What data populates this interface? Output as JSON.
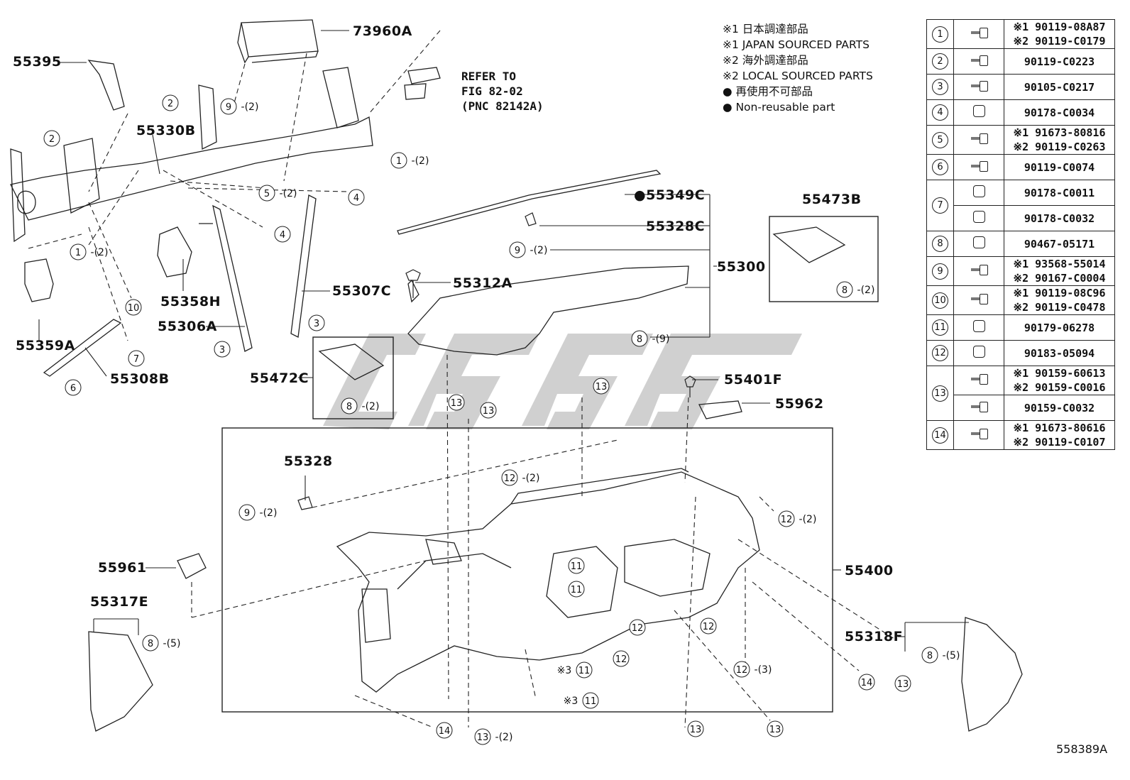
{
  "labels": {
    "p73960A": "73960A",
    "p55395": "55395",
    "p55330B": "55330B",
    "p55358H": "55358H",
    "p55306A": "55306A",
    "p55359A": "55359A",
    "p55308B": "55308B",
    "p55307C": "55307C",
    "p55312A": "55312A",
    "p55349C": "55349C",
    "p55328C": "55328C",
    "p55300": "55300",
    "p55473B": "55473B",
    "p55472C": "55472C",
    "p55401F": "55401F",
    "p55962": "55962",
    "p55328": "55328",
    "p55400": "55400",
    "p55961": "55961",
    "p55317E": "55317E",
    "p55318F": "55318F",
    "ill_code": "558389A"
  },
  "refer": {
    "line1": "REFER TO",
    "line2": "FIG 82-02",
    "line3": "(PNC 82142A)"
  },
  "notes": {
    "n1": "※1 日本調達部品",
    "n2": "※1 JAPAN SOURCED PARTS",
    "n3": "※2 海外調達部品",
    "n4": "※2 LOCAL SOURCED PARTS",
    "n5": "● 再使用不可部品",
    "n6": "● Non-reusable part"
  },
  "parts_table": [
    {
      "key": "1",
      "lines": [
        "※1 90119-08A87",
        "※2 90119-C0179"
      ],
      "icon": "bolt-icon"
    },
    {
      "key": "2",
      "lines": [
        "90119-C0223"
      ],
      "icon": "bolt-icon"
    },
    {
      "key": "3",
      "lines": [
        "90105-C0217"
      ],
      "icon": "bolt-icon"
    },
    {
      "key": "4",
      "lines": [
        "90178-C0034"
      ],
      "icon": "nut-icon"
    },
    {
      "key": "5",
      "lines": [
        "※1 91673-80816",
        "※2 90119-C0263"
      ],
      "icon": "bolt-icon"
    },
    {
      "key": "6",
      "lines": [
        "90119-C0074"
      ],
      "icon": "bolt-icon"
    },
    {
      "key": "7",
      "lines": [
        "90178-C0011"
      ],
      "icon": "nut-icon"
    },
    {
      "key": "",
      "lines": [
        "90178-C0032"
      ],
      "icon": "nut-icon"
    },
    {
      "key": "8",
      "lines": [
        "90467-05171"
      ],
      "icon": "clip-icon"
    },
    {
      "key": "9",
      "lines": [
        "※1 93568-55014",
        "※2 90167-C0004"
      ],
      "icon": "bolt-icon"
    },
    {
      "key": "10",
      "lines": [
        "※1 90119-08C96",
        "※2 90119-C0478"
      ],
      "icon": "bolt-icon"
    },
    {
      "key": "11",
      "lines": [
        "90179-06278"
      ],
      "icon": "nut-icon"
    },
    {
      "key": "12",
      "lines": [
        "90183-05094"
      ],
      "icon": "nut-icon"
    },
    {
      "key": "13",
      "lines": [
        "※1 90159-60613",
        "※2 90159-C0016"
      ],
      "icon": "bolt-icon"
    },
    {
      "key": "",
      "lines": [
        "90159-C0032"
      ],
      "icon": "bolt-icon"
    },
    {
      "key": "14",
      "lines": [
        "※1 91673-80616",
        "※2 90119-C0107"
      ],
      "icon": "bolt-icon"
    }
  ],
  "callouts": [
    {
      "n": "1",
      "q": "-(2)"
    },
    {
      "n": "1",
      "q": "-(2)"
    },
    {
      "n": "2",
      "q": ""
    },
    {
      "n": "2",
      "q": ""
    },
    {
      "n": "3",
      "q": ""
    },
    {
      "n": "3",
      "q": ""
    },
    {
      "n": "4",
      "q": ""
    },
    {
      "n": "4",
      "q": ""
    },
    {
      "n": "5",
      "q": "-(2)"
    },
    {
      "n": "6",
      "q": ""
    },
    {
      "n": "7",
      "q": ""
    },
    {
      "n": "8",
      "q": "-(2)"
    },
    {
      "n": "8",
      "q": "-(2)"
    },
    {
      "n": "8",
      "q": "-(9)"
    },
    {
      "n": "8",
      "q": "-(5)"
    },
    {
      "n": "8",
      "q": "-(5)"
    },
    {
      "n": "9",
      "q": "-(2)"
    },
    {
      "n": "9",
      "q": "-(2)"
    },
    {
      "n": "9",
      "q": "-(2)"
    },
    {
      "n": "10",
      "q": ""
    },
    {
      "n": "11",
      "q": ""
    },
    {
      "n": "11",
      "q": ""
    },
    {
      "n": "11",
      "q": "※3"
    },
    {
      "n": "11",
      "q": "※3"
    },
    {
      "n": "12",
      "q": "-(2)"
    },
    {
      "n": "12",
      "q": "-(2)"
    },
    {
      "n": "12",
      "q": ""
    },
    {
      "n": "12",
      "q": ""
    },
    {
      "n": "12",
      "q": ""
    },
    {
      "n": "12",
      "q": "-(3)"
    },
    {
      "n": "13",
      "q": ""
    },
    {
      "n": "13",
      "q": ""
    },
    {
      "n": "13",
      "q": ""
    },
    {
      "n": "13",
      "q": ""
    },
    {
      "n": "13",
      "q": ""
    },
    {
      "n": "13",
      "q": ""
    },
    {
      "n": "13",
      "q": "-(2)"
    },
    {
      "n": "14",
      "q": ""
    },
    {
      "n": "14",
      "q": ""
    }
  ]
}
